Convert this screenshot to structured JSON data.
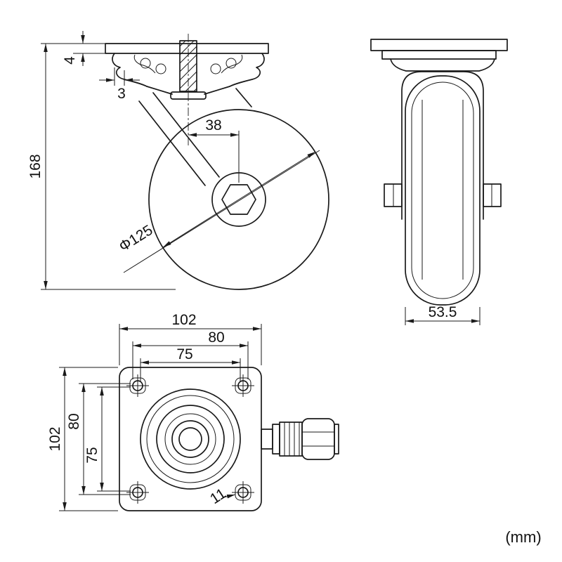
{
  "colors": {
    "line": "#1a1a1a",
    "background": "#ffffff"
  },
  "front_view": {
    "dim_plate_thickness": "4",
    "dim_offset": "3",
    "dim_hub_offset": "38",
    "dim_overall_height": "168",
    "dim_wheel_diameter": "Φ125"
  },
  "side_view": {
    "dim_wheel_width": "53.5"
  },
  "top_view": {
    "dim_plate_width": "102",
    "dim_hole_pitch_80_h": "80",
    "dim_hole_pitch_75_h": "75",
    "dim_plate_height": "102",
    "dim_hole_pitch_80_v": "80",
    "dim_hole_pitch_75_v": "75",
    "dim_hole_size": "11"
  },
  "footer": {
    "unit_label": "(mm)"
  }
}
